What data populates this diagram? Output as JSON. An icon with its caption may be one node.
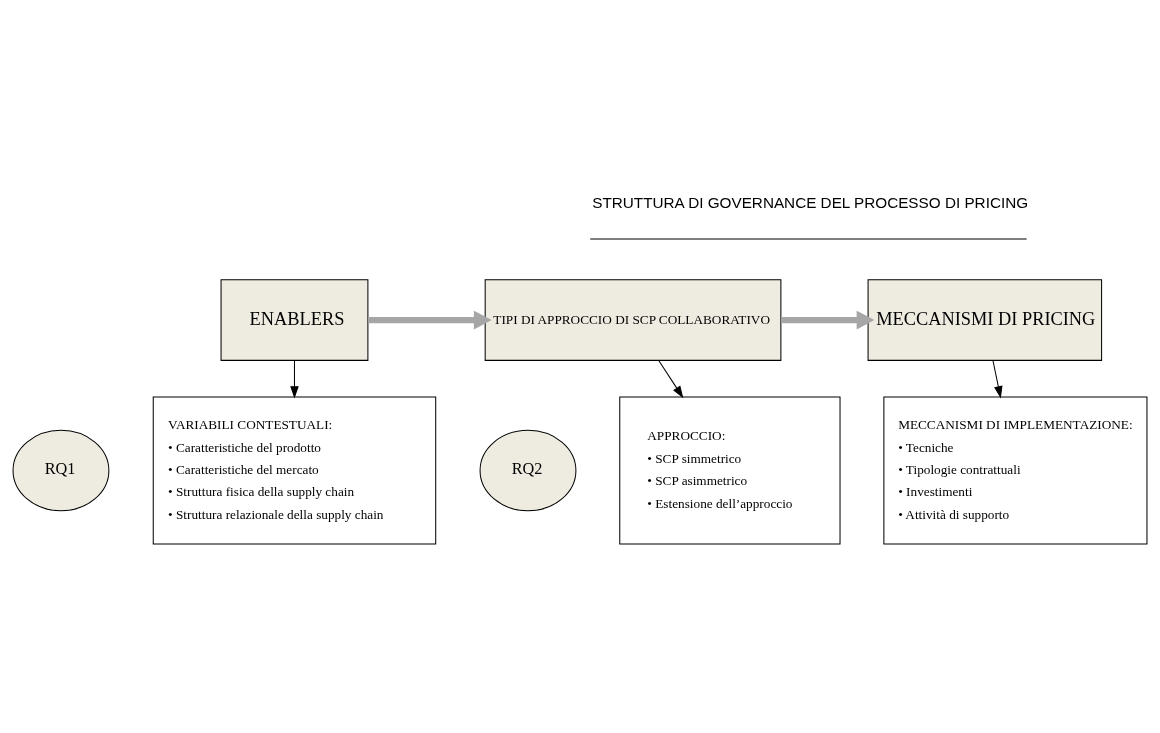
{
  "diagram": {
    "nodes": [
      {
        "text": [
          "ENABLERS"
        ]
      },
      {
        "text": [
          "TIPI DI APPROCCIO DI SCP COLLABORATIVO"
        ]
      },
      {
        "text": [
          "MECCANISMI DI PRICING"
        ]
      },
      {
        "text": [
          "RQ1"
        ]
      },
      {
        "text": [
          "RQ2"
        ]
      },
      {
        "text": [
          "VARIABILI CONTESTUALI:",
          "• Caratteristiche del prodotto",
          "• Caratteristiche del mercato",
          "• Struttura fisica della supply chain",
          "• Struttura relazionale della supply chain"
        ]
      },
      {
        "text": [
          "APPROCCIO:",
          "• SCP simmetrico",
          "• SCP asimmetrico",
          "• Estensione dell’approccio"
        ]
      },
      {
        "text": [
          "MECCANISMI DI IMPLEMENTAZIONE:",
          "• Tecniche",
          "• Tipologie contrattuali",
          "• Investimenti",
          "• Attività di supporto"
        ]
      }
    ],
    "edges": [
      {
        "from": 0,
        "to": 1,
        "arrow": "to",
        "style": "thick",
        "color": "#a6a6a6"
      },
      {
        "from": 1,
        "to": 2,
        "arrow": "to",
        "style": "thick",
        "color": "#a6a6a6"
      },
      {
        "from": 0,
        "to": 5,
        "arrow": "to"
      },
      {
        "from": 1,
        "to": 6,
        "arrow": "to"
      },
      {
        "from": 2,
        "to": 7,
        "arrow": "to"
      }
    ],
    "labels": [
      "STRUTTURA DI GOVERNANCE DEL PROCESSO DI PRICING"
    ]
  }
}
